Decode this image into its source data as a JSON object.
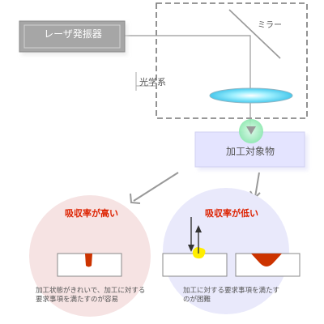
{
  "labels": {
    "laser": "レーザ発振器",
    "mirror": "ミラー",
    "optics": "光学系",
    "workpiece": "加工対象物"
  },
  "cases": [
    {
      "title": "吸収率が高い",
      "note_lines": [
        "加工状態がきれいで、加工に対する",
        "要求事項を満たすのが容易"
      ]
    },
    {
      "title": "吸収率が低い",
      "note_lines": [
        "加工に対する要求事項を満たす",
        "のが困難"
      ]
    }
  ],
  "colors": {
    "title_red": "#dd2200",
    "laser_box": "#a6a6a6",
    "workpiece_box": "#e4e4ff",
    "high_circle": "#f6e3e3",
    "low_circle": "#e9e9fb",
    "cut_red": "#cc3300",
    "spot_yellow": "#ffee00"
  }
}
